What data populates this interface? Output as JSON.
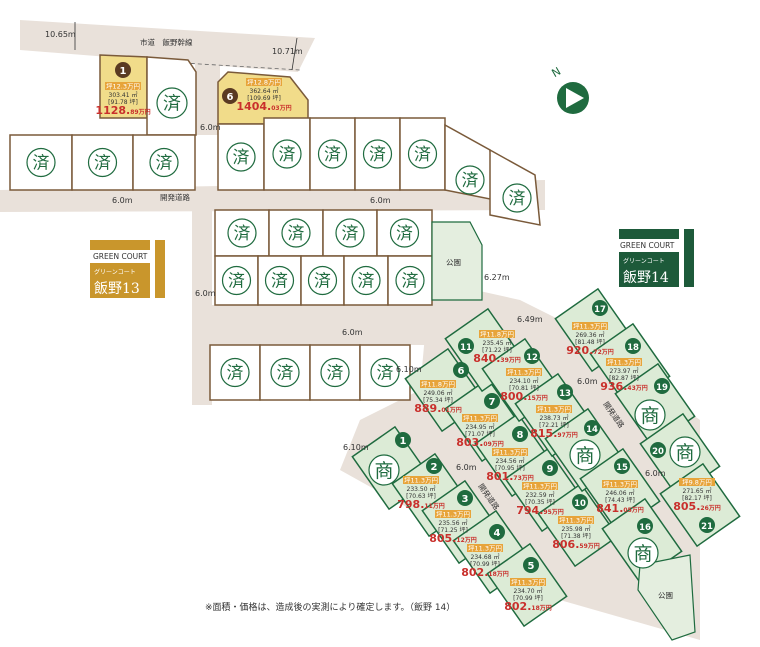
{
  "top_road": {
    "name": "市道　飯野幹線",
    "width_left": "10.65m",
    "width_right": "10.71m"
  },
  "dev_road": "開発道路",
  "park": "公園",
  "sold_mark": "済",
  "commercial_mark": "商",
  "dims": {
    "d60": "6.0m",
    "d649": "6.49m",
    "d627": "6.27m",
    "d610": "6.10m"
  },
  "north": "N",
  "colors": {
    "brand13": "#c9962c",
    "brand14": "#1d5a3a",
    "price": "#c9302c",
    "badge": "#e7a43a",
    "lot_green": "#1f6b3f"
  },
  "brand13": {
    "en": "GREEN COURT",
    "kana": "グリーンコート",
    "name": "飯野13"
  },
  "brand14": {
    "en": "GREEN COURT",
    "kana": "グリーンコート",
    "name": "飯野14"
  },
  "unit_tsubo": "坪",
  "unit_man": "万円",
  "yellow_lots": [
    {
      "no": "1",
      "tanka": "12.3",
      "area": "303.41 ㎡",
      "tsubo": "[91.78 坪]",
      "price_main": "1128.",
      "price_sub": "89万円"
    },
    {
      "no": "6",
      "tanka": "12.8",
      "area": "362.64 ㎡",
      "tsubo": "[109.69 坪]",
      "price_main": "1404.",
      "price_sub": "03万円"
    }
  ],
  "lots": [
    {
      "no": "1",
      "commercial": true
    },
    {
      "no": "2",
      "tanka": "11.3",
      "area": "233.50 ㎡",
      "tsubo": "[70.63 坪]",
      "price_main": "798.",
      "price_sub": "11万円"
    },
    {
      "no": "3",
      "tanka": "11.3",
      "area": "235.56 ㎡",
      "tsubo": "[71.25 坪]",
      "price_main": "805.",
      "price_sub": "12万円"
    },
    {
      "no": "4",
      "tanka": "11.3",
      "area": "234.68 ㎡",
      "tsubo": "[70.99 坪]",
      "price_main": "802.",
      "price_sub": "18万円"
    },
    {
      "no": "5",
      "tanka": "11.3",
      "area": "234.70 ㎡",
      "tsubo": "[70.99 坪]",
      "price_main": "802.",
      "price_sub": "18万円"
    },
    {
      "no": "6",
      "tanka": "11.8",
      "area": "249.06 ㎡",
      "tsubo": "[75.34 坪]",
      "price_main": "889.",
      "price_sub": "01万円"
    },
    {
      "no": "7",
      "tanka": "11.3",
      "area": "234.95 ㎡",
      "tsubo": "[71.07 坪]",
      "price_main": "803.",
      "price_sub": "09万円"
    },
    {
      "no": "8",
      "tanka": "11.3",
      "area": "234.56 ㎡",
      "tsubo": "[70.95 坪]",
      "price_main": "801.",
      "price_sub": "73万円"
    },
    {
      "no": "9",
      "tanka": "11.3",
      "area": "232.59 ㎡",
      "tsubo": "[70.35 坪]",
      "price_main": "794.",
      "price_sub": "95万円"
    },
    {
      "no": "10",
      "tanka": "11.3",
      "area": "235.98 ㎡",
      "tsubo": "[71.38 坪]",
      "price_main": "806.",
      "price_sub": "59万円"
    },
    {
      "no": "11",
      "tanka": "11.8",
      "area": "235.45 ㎡",
      "tsubo": "[71.22 坪]",
      "price_main": "840.",
      "price_sub": "39万円"
    },
    {
      "no": "12",
      "tanka": "11.3",
      "area": "234.10 ㎡",
      "tsubo": "[70.81 坪]",
      "price_main": "800.",
      "price_sub": "15万円"
    },
    {
      "no": "13",
      "tanka": "11.3",
      "area": "238.73 ㎡",
      "tsubo": "[72.21 坪]",
      "price_main": "815.",
      "price_sub": "97万円"
    },
    {
      "no": "14",
      "commercial": true
    },
    {
      "no": "15",
      "tanka": "11.3",
      "area": "246.06 ㎡",
      "tsubo": "[74.43 坪]",
      "price_main": "841.",
      "price_sub": "05万円"
    },
    {
      "no": "16",
      "commercial": true
    },
    {
      "no": "17",
      "tanka": "11.3",
      "area": "269.36 ㎡",
      "tsubo": "[81.48 坪]",
      "price_main": "920.",
      "price_sub": "72万円"
    },
    {
      "no": "18",
      "tanka": "11.3",
      "area": "273.97 ㎡",
      "tsubo": "[82.87 坪]",
      "price_main": "936.",
      "price_sub": "43万円"
    },
    {
      "no": "19",
      "commercial": true
    },
    {
      "no": "20",
      "commercial": true
    },
    {
      "no": "21",
      "tanka": "9.8",
      "area": "271.65 ㎡",
      "tsubo": "[82.17 坪]",
      "price_main": "805.",
      "price_sub": "26万円"
    }
  ],
  "note": "※面積・価格は、造成後の実測により確定します。（飯野 14）"
}
